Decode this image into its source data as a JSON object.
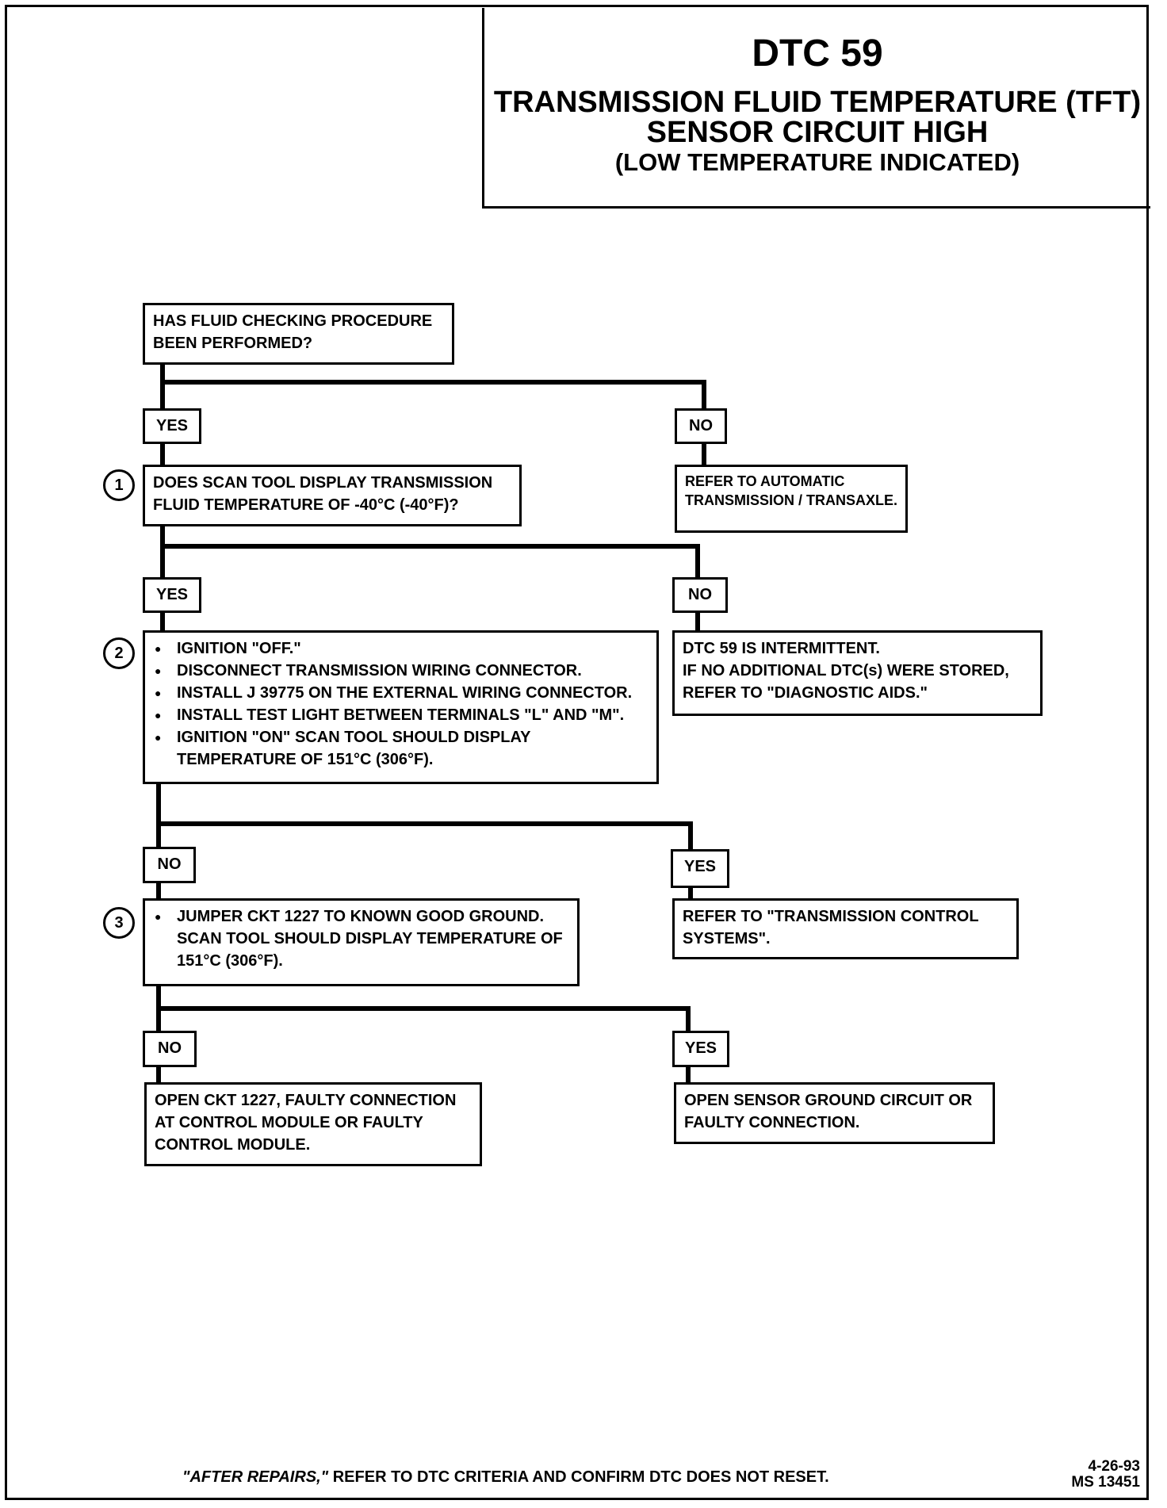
{
  "title": {
    "code": "DTC 59",
    "line1": "TRANSMISSION FLUID TEMPERATURE (TFT)",
    "line2": "SENSOR CIRCUIT HIGH",
    "line3": "(LOW TEMPERATURE INDICATED)"
  },
  "start": {
    "text": "HAS FLUID CHECKING PROCEDURE BEEN PERFORMED?"
  },
  "labels": {
    "yes1": "YES",
    "no1": "NO",
    "yes2": "YES",
    "no2": "NO",
    "no3": "NO",
    "yes3": "YES",
    "no4": "NO",
    "yes4": "YES"
  },
  "steps": {
    "step1": {
      "number": "1",
      "text": "DOES SCAN TOOL DISPLAY TRANSMISSION FLUID TEMPERATURE OF -40°C (-40°F)?"
    },
    "step2": {
      "number": "2",
      "bullets": [
        "IGNITION \"OFF.\"",
        "DISCONNECT TRANSMISSION WIRING CONNECTOR.",
        "INSTALL J 39775 ON THE EXTERNAL WIRING CONNECTOR.",
        "INSTALL TEST LIGHT BETWEEN TERMINALS \"L\" AND \"M\".",
        "IGNITION \"ON\" SCAN TOOL SHOULD DISPLAY TEMPERATURE OF 151°C (306°F)."
      ]
    },
    "step3": {
      "number": "3",
      "bullets": [
        "JUMPER CKT 1227 TO KNOWN GOOD GROUND. SCAN TOOL SHOULD DISPLAY TEMPERATURE OF 151°C (306°F)."
      ]
    }
  },
  "results": {
    "refer_auto": "REFER TO AUTOMATIC TRANSMISSION / TRANSAXLE.",
    "intermittent_l1": "DTC 59 IS INTERMITTENT.",
    "intermittent_l2": "IF NO ADDITIONAL DTC(s) WERE STORED,",
    "intermittent_l3": "REFER TO \"DIAGNOSTIC AIDS.\"",
    "refer_tcs": "REFER TO \"TRANSMISSION CONTROL SYSTEMS\".",
    "open_ckt": "OPEN CKT 1227, FAULTY CONNECTION AT CONTROL MODULE OR FAULTY CONTROL MODULE.",
    "open_sensor": "OPEN SENSOR GROUND CIRCUIT OR FAULTY CONNECTION."
  },
  "footer": {
    "italic": "\"AFTER REPAIRS,\"",
    "rest": " REFER TO DTC CRITERIA AND CONFIRM DTC DOES NOT RESET."
  },
  "doc": {
    "date": "4-26-93",
    "id": "MS 13451"
  }
}
